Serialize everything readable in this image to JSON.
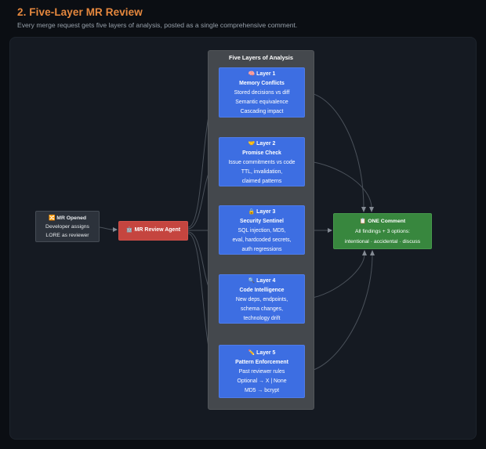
{
  "page": {
    "title": "2. Five-Layer MR Review",
    "subtitle": "Every merge request gets five layers of analysis, posted as a single comprehensive comment."
  },
  "colors": {
    "accent_orange": "#e6883e",
    "node_blue": "#3d6ee2",
    "node_red": "#c5453f",
    "node_green": "#38873e",
    "node_gray": "#2c323b",
    "container_gray": "#44484d",
    "panel_bg": "#151a22",
    "page_bg": "#0b0e13",
    "edge": "#4a515a"
  },
  "diagram": {
    "start_node": {
      "icon": "shuffle-merge-icon",
      "lines": [
        "🔀 MR Opened",
        "Developer assigns",
        "LORE as reviewer"
      ]
    },
    "agent_node": {
      "icon": "robot-icon",
      "label": "🤖 MR Review Agent"
    },
    "container": {
      "title": "Five Layers of Analysis"
    },
    "layers": [
      {
        "icon": "brain-icon",
        "lines": [
          "🧠 Layer 1",
          "Memory Conflicts",
          "Stored decisions vs diff",
          "Semantic equivalence",
          "Cascading impact"
        ]
      },
      {
        "icon": "handshake-icon",
        "lines": [
          "🤝 Layer 2",
          "Promise Check",
          "Issue commitments vs code",
          "TTL, invalidation,",
          "claimed patterns"
        ]
      },
      {
        "icon": "lock-icon",
        "lines": [
          "🔒 Layer 3",
          "Security Sentinel",
          "SQL injection, MD5,",
          "eval, hardcoded secrets,",
          "auth regressions"
        ]
      },
      {
        "icon": "magnifier-icon",
        "lines": [
          "🔍 Layer 4",
          "Code Intelligence",
          "New deps, endpoints,",
          "schema changes,",
          "technology drift"
        ]
      },
      {
        "icon": "pencil-icon",
        "lines": [
          "✏️ Layer 5",
          "Pattern Enforcement",
          "Past reviewer rules",
          "Optional → X | None",
          "MD5 → bcrypt"
        ]
      }
    ],
    "output_node": {
      "icon": "clipboard-icon",
      "lines": [
        "📋 ONE Comment",
        "All findings + 3 options:",
        "intentional · accidental · discuss"
      ]
    }
  }
}
